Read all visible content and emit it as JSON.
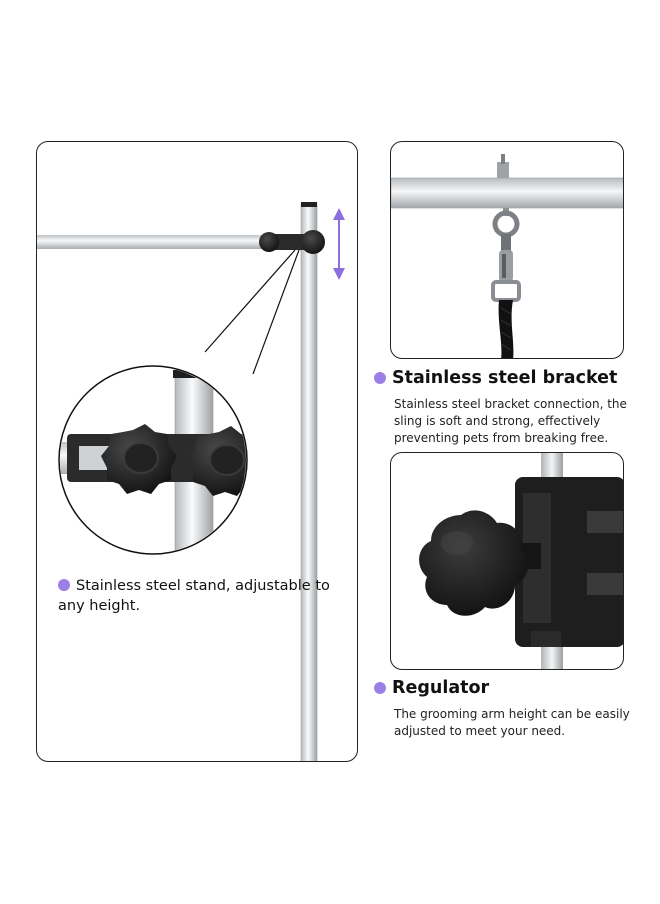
{
  "stand_feature": {
    "text": "Stainless steel stand, adjustable to any height."
  },
  "bracket_feature": {
    "title": "Stainless steel bracket",
    "description": "Stainless steel bracket connection, the sling is soft and strong, effectively preventing pets from breaking free."
  },
  "regulator_feature": {
    "title": "Regulator",
    "description": "The grooming arm height can be easily adjusted to meet your need."
  },
  "colors": {
    "bullet": "#9b7fe6",
    "arrow": "#8e6fe0",
    "border": "#222222",
    "knob": "#1b1b1b"
  }
}
